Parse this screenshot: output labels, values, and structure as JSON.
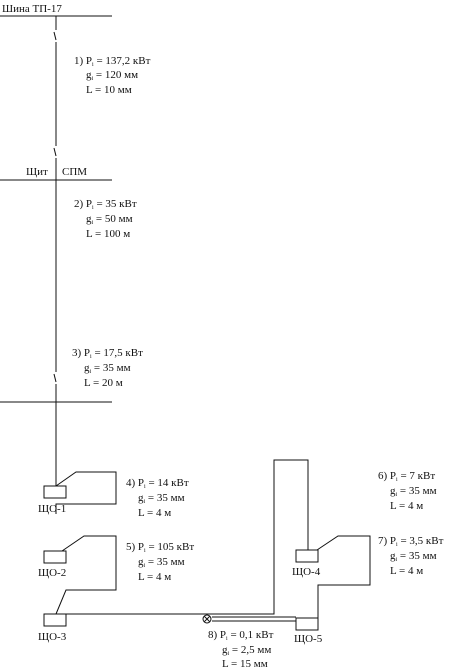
{
  "buses": {
    "tp": "Шина ТП-17",
    "spm_left": "Щит",
    "spm_right": "СПМ"
  },
  "segments": [
    {
      "num": "1)",
      "p": "= 137,2 кВт",
      "g": "= 120 мм",
      "l": "L = 10 мм"
    },
    {
      "num": "2)",
      "p": "= 35 кВт",
      "g": "= 50 мм",
      "l": "L = 100 м"
    },
    {
      "num": "3)",
      "p": "= 17,5 кВт",
      "g": "= 35 мм",
      "l": "L = 20 м"
    },
    {
      "num": "4)",
      "p": "= 14 кВт",
      "g": "= 35 мм",
      "l": "L = 4 м"
    },
    {
      "num": "5)",
      "p": "= 105 кВт",
      "g": "= 35 мм",
      "l": "L = 4 м"
    },
    {
      "num": "6)",
      "p": "= 7 кВт",
      "g": "= 35 мм",
      "l": "L = 4 м"
    },
    {
      "num": "7)",
      "p": "= 3,5 кВт",
      "g": "= 35 мм",
      "l": "L = 4 м"
    },
    {
      "num": "8)",
      "p": "= 0,1 кВт",
      "g": "= 2,5 мм",
      "l": "L = 15 мм"
    }
  ],
  "symbols": {
    "p": "P",
    "g": "g",
    "sub": "i"
  },
  "panels": {
    "sho1": "ЩО-1",
    "sho2": "ЩО-2",
    "sho3": "ЩО-3",
    "sho4": "ЩО-4",
    "sho5": "ЩО-5"
  }
}
